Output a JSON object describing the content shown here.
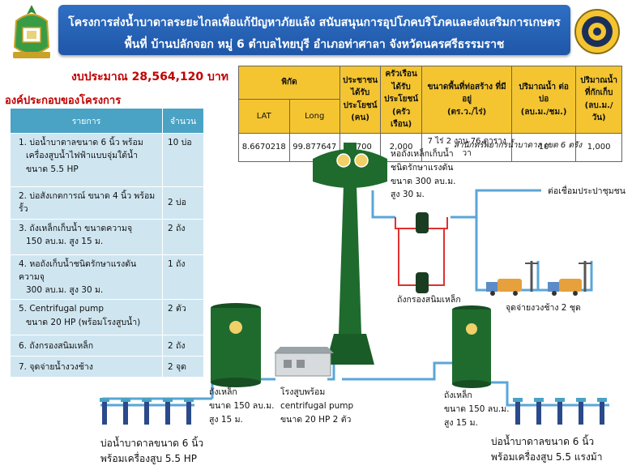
{
  "header": {
    "line1": "โครงการส่งน้ำบาดาลระยะไกลเพื่อแก้ปัญหาภัยแล้ง สนับสนุนการอุปโภคบริโภคและส่งเสริมการเกษตร",
    "line2": "พื้นที่ บ้านปลักจอก หมู่ 6 ตำบลไทยบุรี อำเภอท่าศาลา จังหวัดนครศรีธรรมราช"
  },
  "budget": "งบประมาณ  28,564,120 บาท",
  "components": {
    "title": "องค์ประกอบของโครงการ",
    "col_item": "รายการ",
    "col_qty": "จำนวน",
    "rows": [
      {
        "l1": "1. บ่อน้ำบาดาลขนาด 6 นิ้ว พร้อม",
        "l2": "เครื่องสูบน้ำไฟฟ้าแบบจุ่มใต้น้ำ",
        "l3": "ขนาด 5.5 HP",
        "qty": "10 บ่อ"
      },
      {
        "l1": "2. บ่อสังเกตการณ์ ขนาด 4 นิ้ว พร้อมรั้ว",
        "l2": "",
        "l3": "",
        "qty": "2 บ่อ"
      },
      {
        "l1": "3. ถังเหล็กเก็บน้ำ ขนาดความจุ",
        "l2": "150 ลบ.ม. สูง 15 ม.",
        "l3": "",
        "qty": "2 ถัง"
      },
      {
        "l1": "4. หอถังเก็บน้ำชนิดรักษาแรงดัน ความจุ",
        "l2": "300 ลบ.ม. สูง 30 ม.",
        "l3": "",
        "qty": "1 ถัง"
      },
      {
        "l1": "5. Centrifugal pump",
        "l2": "ขนาด 20 HP (พร้อมโรงสูบน้ำ)",
        "l3": "",
        "qty": "2 ตัว"
      },
      {
        "l1": "6. ถังกรองสนิมเหล็ก",
        "l2": "",
        "l3": "",
        "qty": "2 ถัง"
      },
      {
        "l1": "7. จุดจ่ายน้ำงวงช้าง",
        "l2": "",
        "l3": "",
        "qty": "2 จุด"
      }
    ]
  },
  "info_table": {
    "coord_header": "พิกัด",
    "lat_label": "LAT",
    "long_label": "Long",
    "pop_header_l1": "ประชาชน",
    "pop_header_l2": "ได้รับ",
    "pop_header_l3": "ประโยชน์",
    "pop_header_l4": "(คน)",
    "hh_header_l1": "ครัวเรือน",
    "hh_header_l2": "ได้รับ",
    "hh_header_l3": "ประโยชน์",
    "hh_header_l4": "(ครัวเรือน)",
    "area_header_l1": "ขนาดพื้นที่ท่อสร้าง ที่มีอยู่",
    "area_header_l2": "(ตร.ว./ไร่)",
    "flow_header_l1": "ปริมาณน้ำ ต่อบ่อ",
    "flow_header_l2": "(ลบ.ม./ชม.)",
    "storage_header_l1": "ปริมาณน้ำ",
    "storage_header_l2": "ที่กักเก็บ",
    "storage_header_l3": "(ลบ.ม./วัน)",
    "lat": "8.6670218",
    "long": "99.877647",
    "population": "9,700",
    "households": "2,000",
    "area": "7 ไร่ 2 งาน 76 ตารางวา",
    "flow": "10",
    "storage": "1,000"
  },
  "office": "สำนักทรัพยากรน้ำบาดาล เขต 6 ตรัง",
  "labels": {
    "tower_l1": "หอถังเหล็กเก็บน้ำ",
    "tower_l2": "ชนิดรักษาแรงดัน",
    "tower_l3": "ขนาด 300 ลบ.ม.",
    "tower_l4": "สูง 30 ม.",
    "connect": "ต่อเชื่อมประปาชุมชน",
    "filter": "ถังกรองสนิมเหล็ก",
    "dispense": "จุดจ่ายงวงช้าง 2 ชุด",
    "tank1_l1": "ถังเหล็ก",
    "tank1_l2": "ขนาด 150 ลบ.ม.",
    "tank1_l3": "สูง 15 ม.",
    "pump_l1": "โรงสูบพร้อม",
    "pump_l2": "centrifugal pump",
    "pump_l3": "ขนาด 20 HP 2 ตัว",
    "tank2_l1": "ถังเหล็ก",
    "tank2_l2": "ขนาด 150 ลบ.ม.",
    "tank2_l3": "สูง 15 ม.",
    "wells_left_l1": "บ่อน้ำบาดาลขนาด 6 นิ้ว",
    "wells_left_l2": "พร้อมเครื่องสูบ 5.5 HP",
    "wells_right_l1": "บ่อน้ำบาดาลขนาด 6 นิ้ว",
    "wells_right_l2": "พร้อมเครื่องสูบ 5.5 แรงม้า"
  },
  "colors": {
    "header_bg": "#2f6fc4",
    "budget_text": "#c00000",
    "table_header": "#4aa3c4",
    "table_cell": "#cfe6f1",
    "info_header": "#f4c531",
    "tank_green": "#1f6b2e",
    "pipe_blue": "#5aa6d8",
    "filter_pipe_red": "#e03030"
  },
  "icons": {
    "left_logo": "government-emblem-icon",
    "right_logo": "department-seal-icon"
  }
}
